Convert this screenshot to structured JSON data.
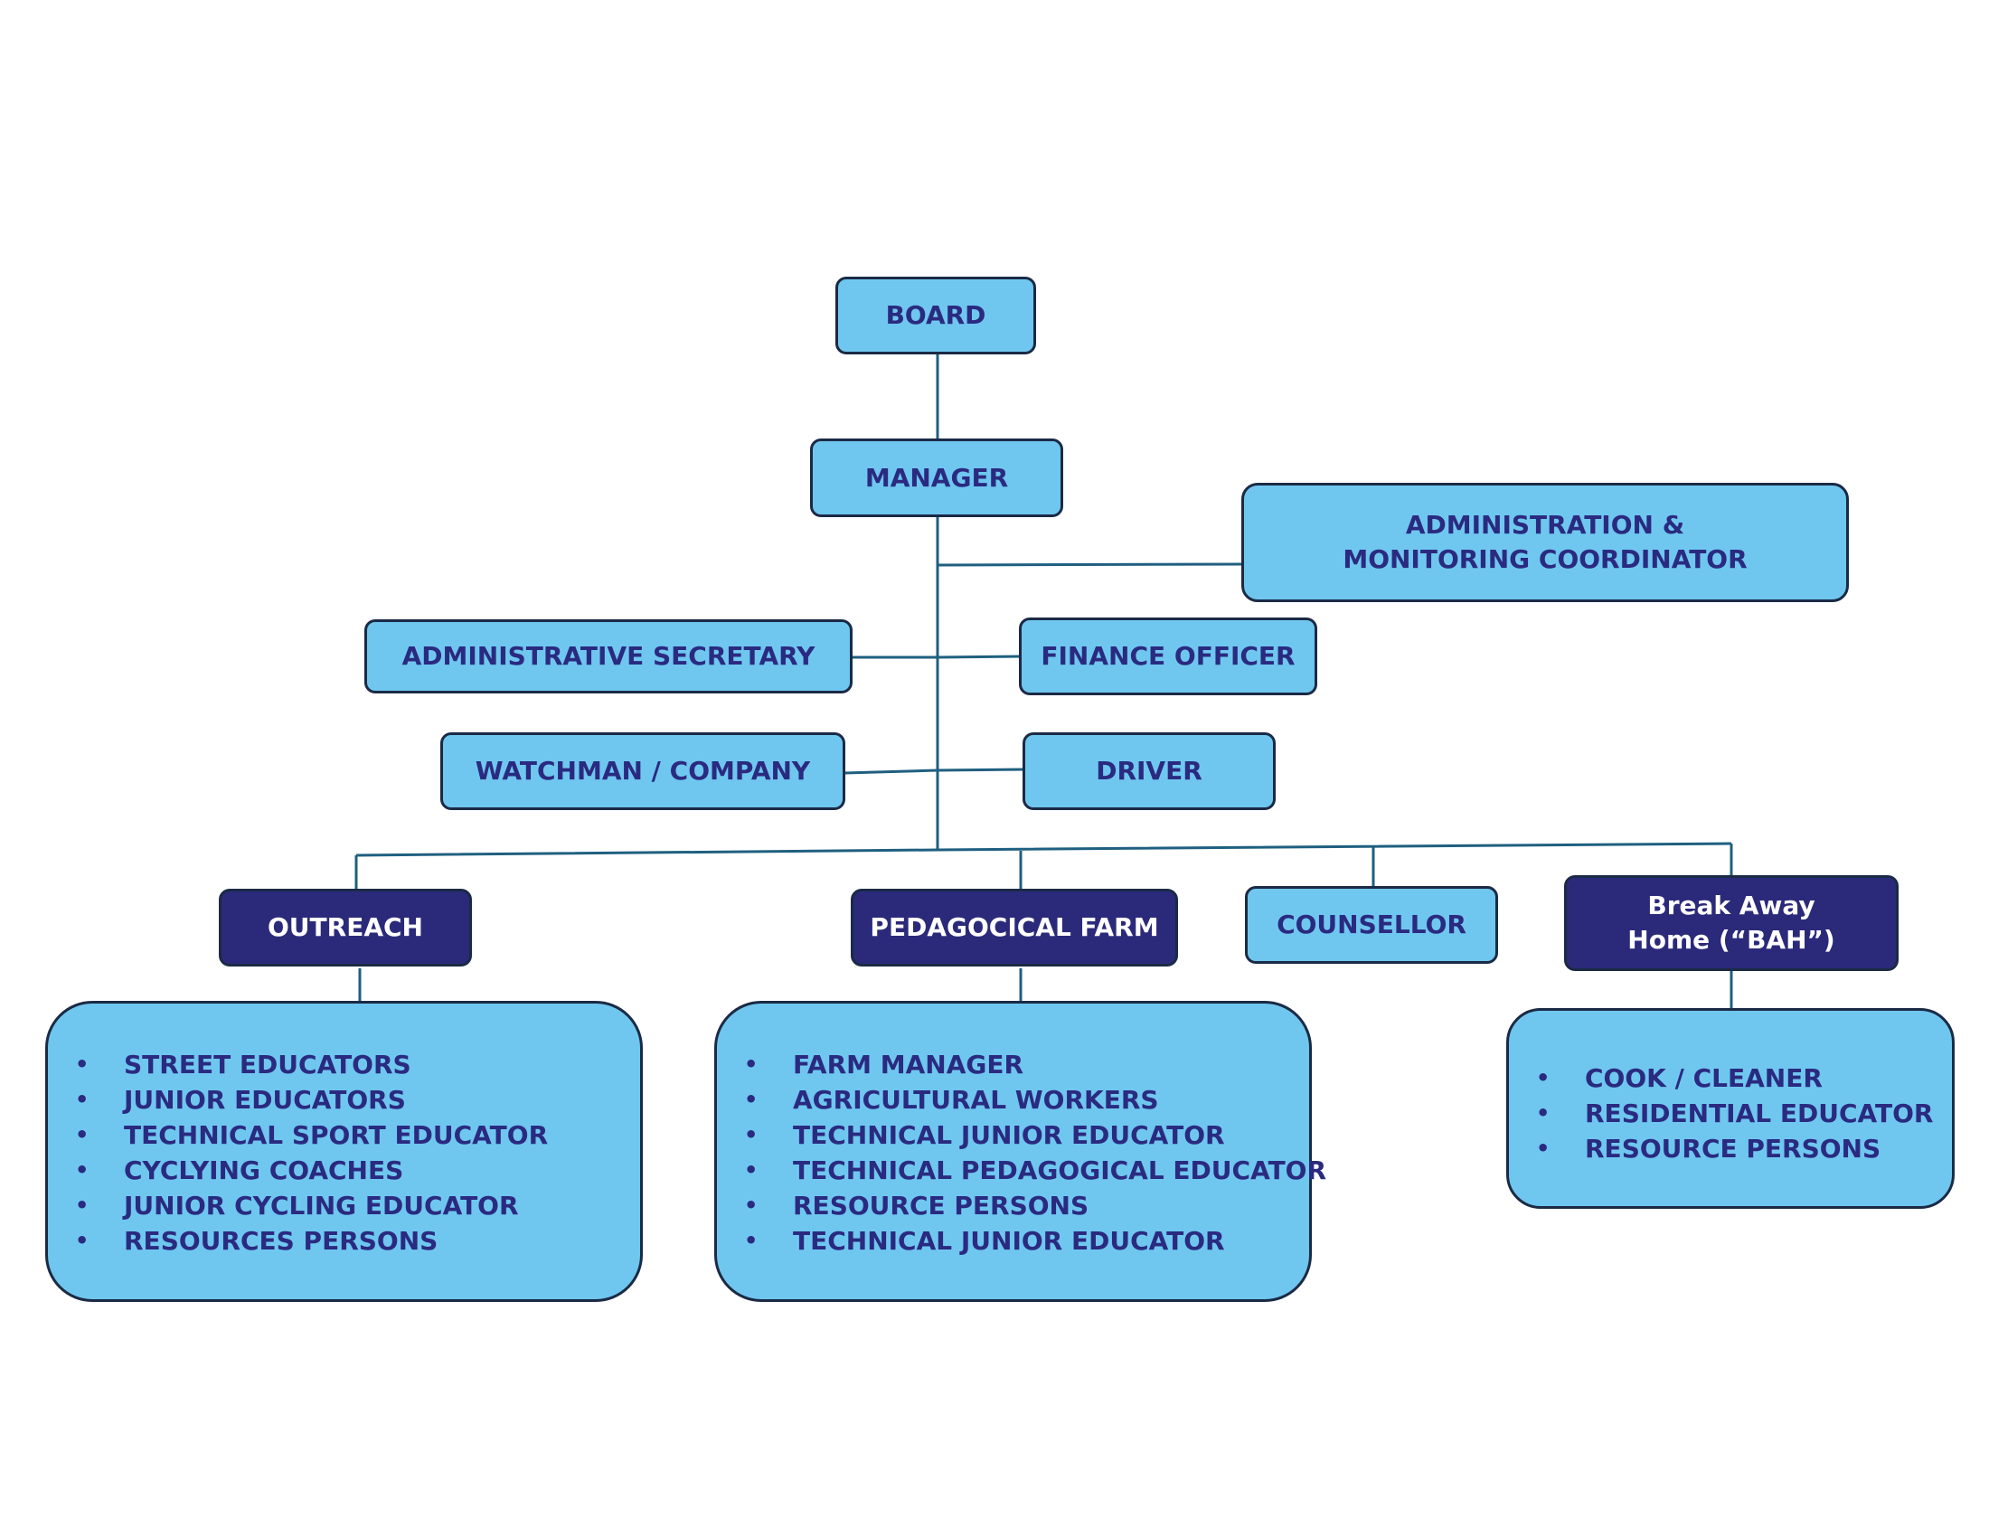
{
  "nodes": {
    "board": "BOARD",
    "manager": "MANAGER",
    "admin_monitoring": "ADMINISTRATION & MONITORING COORDINATOR",
    "admin_secretary": "ADMINISTRATIVE SECRETARY",
    "finance_officer": "FINANCE OFFICER",
    "watchman": "WATCHMAN / COMPANY",
    "driver": "DRIVER",
    "outreach": "OUTREACH",
    "pedagogical_farm": "PEDAGOCICAL FARM",
    "counsellor": "COUNSELLOR",
    "break_away_home": "Break Away Home (“BAH”)"
  },
  "lists": {
    "outreach": [
      "STREET EDUCATORS",
      "JUNIOR EDUCATORS",
      "TECHNICAL SPORT EDUCATOR",
      "CYCLYING COACHES",
      "JUNIOR CYCLING EDUCATOR",
      "RESOURCES PERSONS"
    ],
    "pedagogical_farm": [
      "FARM MANAGER",
      "AGRICULTURAL WORKERS",
      "TECHNICAL JUNIOR EDUCATOR",
      "TECHNICAL PEDAGOGICAL EDUCATOR",
      "RESOURCE PERSONS",
      "TECHNICAL JUNIOR EDUCATOR"
    ],
    "break_away_home": [
      "COOK / CLEANER",
      "RESIDENTIAL EDUCATOR",
      "RESOURCE PERSONS"
    ]
  },
  "bullet_glyph": "•",
  "colors": {
    "box_fill": "#6fc7ef",
    "box_dark_fill": "#2b2a7a",
    "text_dark": "#2a2a80",
    "border": "#1b2a45",
    "connector": "#1f5f80"
  }
}
